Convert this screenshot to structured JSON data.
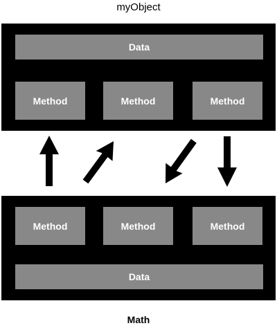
{
  "top_object": {
    "title": "myObject",
    "data_label": "Data",
    "methods": [
      "Method",
      "Method",
      "Method"
    ]
  },
  "bottom_object": {
    "title": "Math",
    "data_label": "Data",
    "methods": [
      "Method",
      "Method",
      "Method"
    ]
  },
  "colors": {
    "box": "#000000",
    "cell": "#888888",
    "cell_text": "#ffffff"
  }
}
